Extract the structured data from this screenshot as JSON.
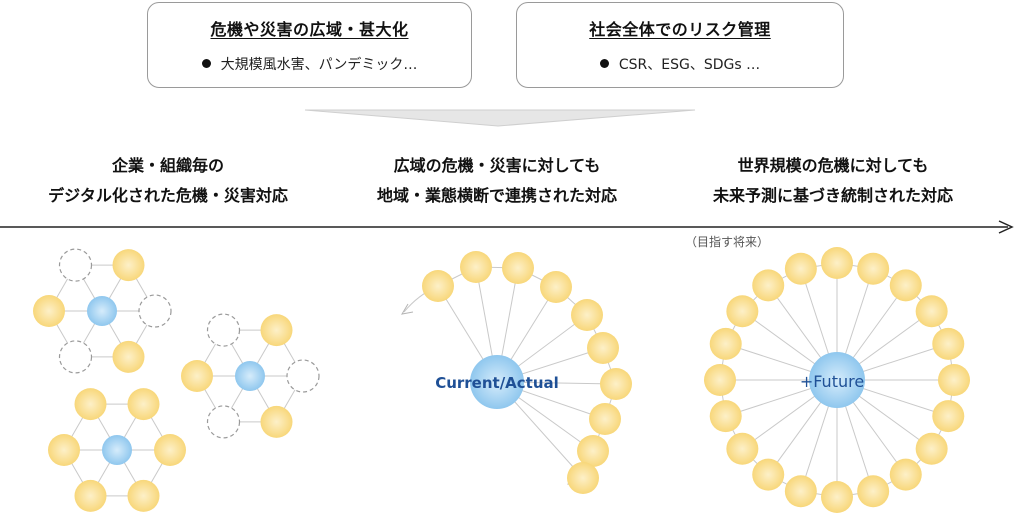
{
  "top_boxes": [
    {
      "title": "危機や災害の広域・甚大化",
      "item": "大規模風水害、パンデミック…"
    },
    {
      "title": "社会全体でのリスク管理",
      "item": "CSR、ESG、SDGs …"
    }
  ],
  "stages": [
    {
      "line1": "企業・組織毎の",
      "line2": "デジタル化された危機・災害対応"
    },
    {
      "line1": "広域の危機・災害に対しても",
      "line2": "地域・業態横断で連携された対応"
    },
    {
      "line1": "世界規模の危機に対しても",
      "line2": "未来予測に基づき統制された対応"
    }
  ],
  "future_note": "（目指す将来）",
  "hubs": {
    "current": "Current/Actual",
    "future": "+Future"
  },
  "colors": {
    "node_fill": "#fbe3a0",
    "hub_fill": "#a9d4f2",
    "arrow": "#222222",
    "box_border": "#9a9a9a"
  }
}
